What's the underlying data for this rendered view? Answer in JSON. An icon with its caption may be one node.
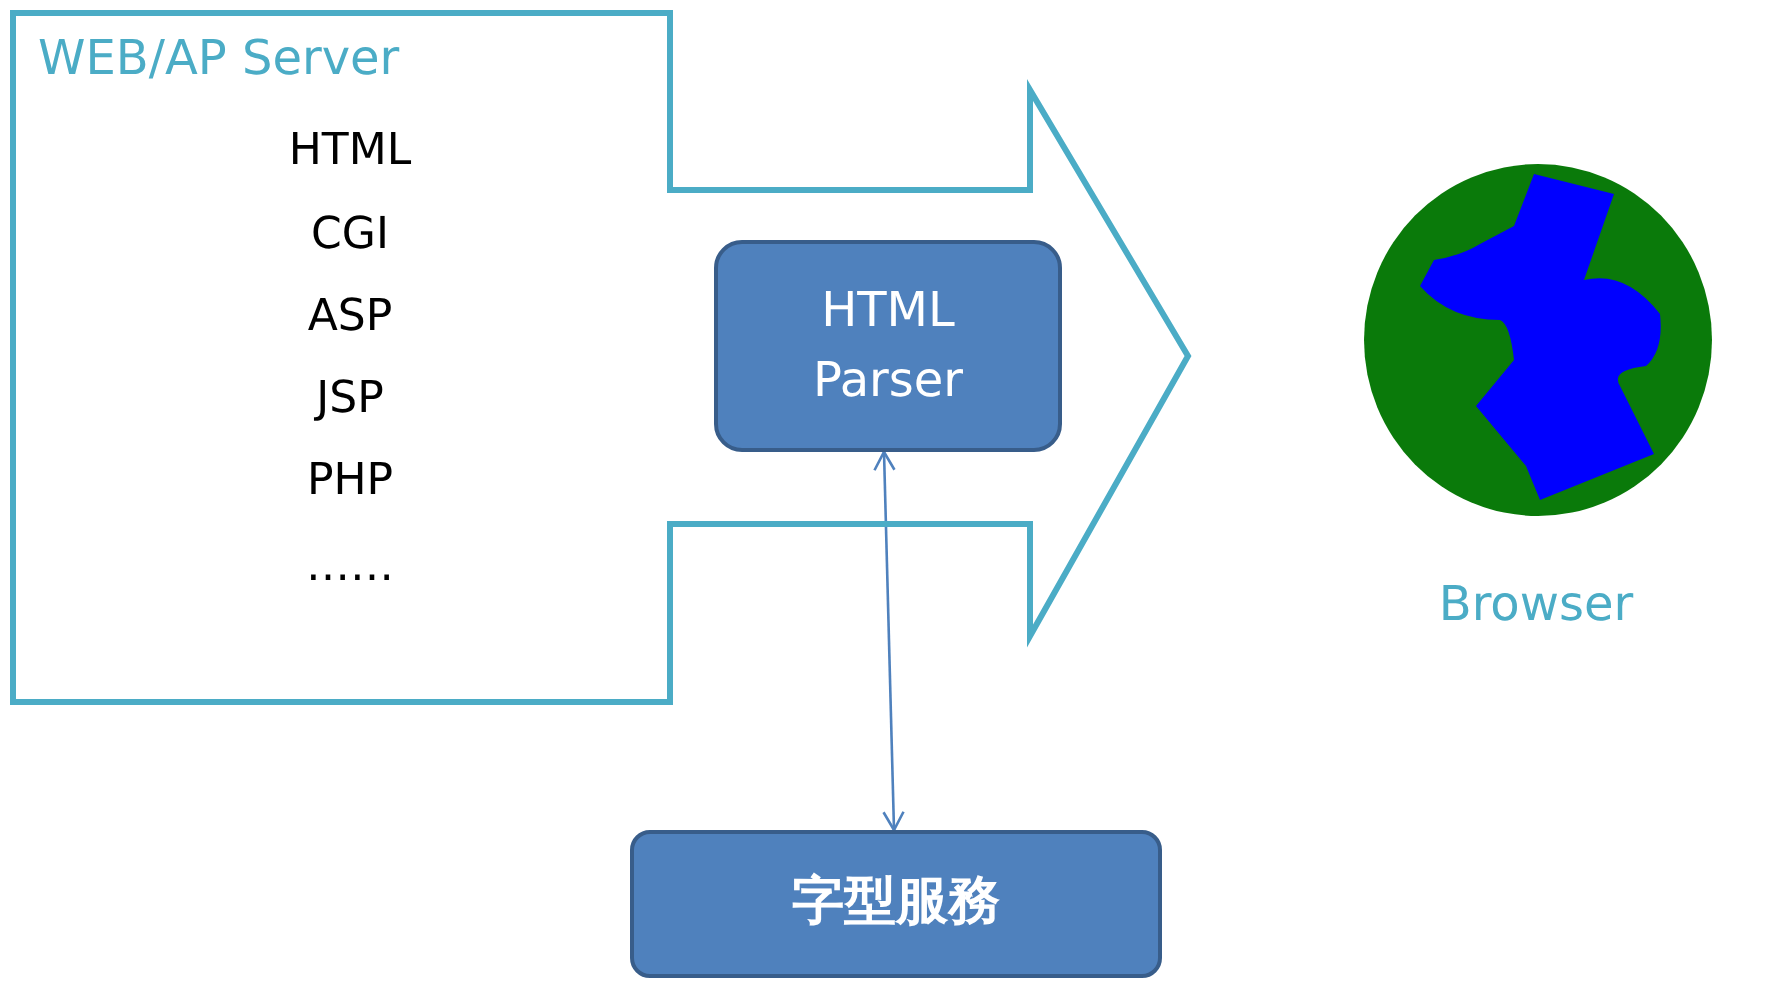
{
  "diagram": {
    "nodes": [
      {
        "text": [
          "WEB/AP Server",
          "HTML",
          "CGI",
          "ASP",
          "JSP",
          "PHP",
          "……"
        ]
      },
      {
        "text": [
          "HTML Parser"
        ],
        "in": 0
      },
      {
        "text": [
          "字型服務"
        ]
      },
      {
        "text": [
          "Browser"
        ]
      }
    ],
    "edges": [
      {
        "from": 1,
        "to": 2,
        "arrow": "both"
      }
    ]
  }
}
